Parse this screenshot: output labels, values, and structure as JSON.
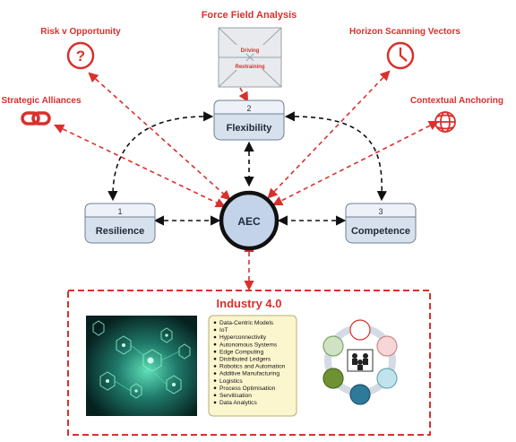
{
  "colors": {
    "accent_red": "#d9302c",
    "box_fill": "#d7e1ee",
    "box_header": "#eef2f8",
    "aec_fill": "#c3d3ea",
    "list_bg": "#fcf6cf"
  },
  "labels": {
    "force_field": "Force Field Analysis",
    "risk": "Risk v Opportunity",
    "horizon": "Horizon Scanning Vectors",
    "alliances": "Strategic Alliances",
    "anchoring": "Contextual Anchoring"
  },
  "force_field_box": {
    "driving": "Driving",
    "restraining": "Restraining"
  },
  "boxes": {
    "flexibility": {
      "number": "2",
      "label": "Flexibility"
    },
    "resilience": {
      "number": "1",
      "label": "Resilience"
    },
    "competence": {
      "number": "3",
      "label": "Competence"
    }
  },
  "center": {
    "label": "AEC"
  },
  "industry": {
    "title": "Industry 4.0",
    "items": [
      "Data-Centric Models",
      "IoT",
      "Hyperconnectivity",
      "Autonomous Systems",
      "Edge Computing",
      "Distributed Ledgers",
      "Robotics and Automation",
      "Additive Manufacturing",
      "Logistics",
      "Process Optimisation",
      "Servitisation",
      "Data Analytics"
    ]
  },
  "icons": {
    "risk": "question-icon",
    "horizon": "clock-icon",
    "alliances": "chain-link-icon",
    "anchoring": "globe-icon",
    "network": "people-network-icon",
    "tech": "hexagon-tech-image"
  }
}
